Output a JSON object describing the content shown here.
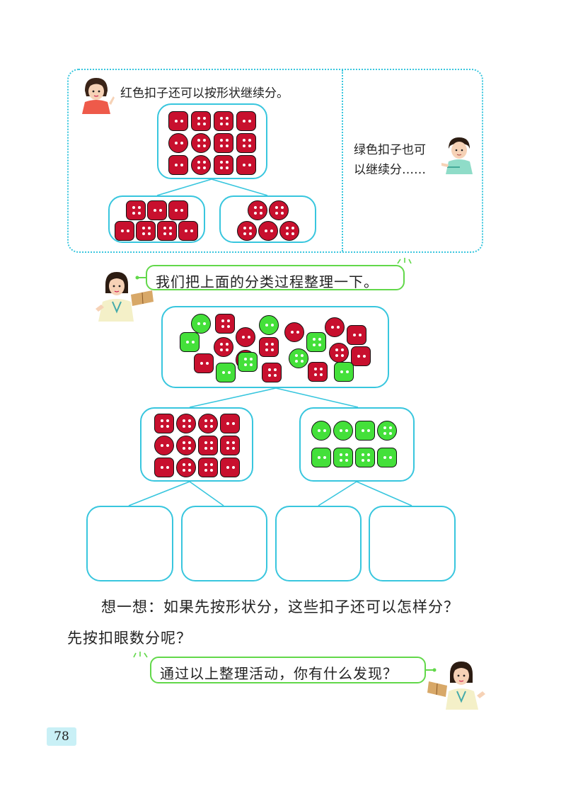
{
  "top_panel": {
    "left_caption": "红色扣子还可以按形状继续分。",
    "right_caption_line1": "绿色扣子也可",
    "right_caption_line2": "以继续分……"
  },
  "bubble_1": "我们把上面的分类过程整理一下。",
  "think": {
    "line1": "想一想：如果先按形状分，这些扣子还可以怎样分？",
    "line2": "先按扣眼数分呢？"
  },
  "bubble_2": "通过以上整理活动，你有什么发现？",
  "page_number": "78",
  "colors": {
    "red_button": "#c8102e",
    "green_button": "#44e03a",
    "cyan_border": "#38c6de",
    "bubble_border": "#62d84a"
  },
  "buttons": {
    "top_red_all": [
      {
        "color": "red",
        "shape": "square",
        "holes": 2
      },
      {
        "color": "red",
        "shape": "square",
        "holes": 4
      },
      {
        "color": "red",
        "shape": "square",
        "holes": 4
      },
      {
        "color": "red",
        "shape": "square",
        "holes": 2
      },
      {
        "color": "red",
        "shape": "circle",
        "holes": 2
      },
      {
        "color": "red",
        "shape": "circle",
        "holes": 4
      },
      {
        "color": "red",
        "shape": "square",
        "holes": 4
      },
      {
        "color": "red",
        "shape": "square",
        "holes": 4
      },
      {
        "color": "red",
        "shape": "square",
        "holes": 2
      },
      {
        "color": "red",
        "shape": "circle",
        "holes": 4
      },
      {
        "color": "red",
        "shape": "square",
        "holes": 4
      },
      {
        "color": "red",
        "shape": "square",
        "holes": 2
      }
    ],
    "top_red_square": [
      {
        "color": "red",
        "shape": "square",
        "holes": 4
      },
      {
        "color": "red",
        "shape": "square",
        "holes": 2
      },
      {
        "color": "red",
        "shape": "square",
        "holes": 2
      },
      {
        "color": "red",
        "shape": "square",
        "holes": 2
      },
      {
        "color": "red",
        "shape": "square",
        "holes": 4
      },
      {
        "color": "red",
        "shape": "square",
        "holes": 4
      },
      {
        "color": "red",
        "shape": "square",
        "holes": 2
      }
    ],
    "top_red_circle": [
      {
        "color": "red",
        "shape": "circle",
        "holes": 4
      },
      {
        "color": "red",
        "shape": "circle",
        "holes": 4
      },
      {
        "color": "red",
        "shape": "circle",
        "holes": 4
      },
      {
        "color": "red",
        "shape": "circle",
        "holes": 2
      },
      {
        "color": "red",
        "shape": "circle",
        "holes": 4
      }
    ],
    "mixed": [
      {
        "color": "green",
        "shape": "circle",
        "holes": 2
      },
      {
        "color": "red",
        "shape": "square",
        "holes": 4
      },
      {
        "color": "green",
        "shape": "circle",
        "holes": 2
      },
      {
        "color": "red",
        "shape": "circle",
        "holes": 2
      },
      {
        "color": "red",
        "shape": "circle",
        "holes": 2
      },
      {
        "color": "green",
        "shape": "square",
        "holes": 2
      },
      {
        "color": "red",
        "shape": "circle",
        "holes": 4
      },
      {
        "color": "red",
        "shape": "square",
        "holes": 4
      },
      {
        "color": "green",
        "shape": "square",
        "holes": 4
      },
      {
        "color": "red",
        "shape": "circle",
        "holes": 4
      },
      {
        "color": "red",
        "shape": "square",
        "holes": 2
      },
      {
        "color": "red",
        "shape": "circle",
        "holes": 4
      },
      {
        "color": "green",
        "shape": "square",
        "holes": 4
      },
      {
        "color": "green",
        "shape": "circle",
        "holes": 4
      },
      {
        "color": "red",
        "shape": "circle",
        "holes": 2
      },
      {
        "color": "red",
        "shape": "square",
        "holes": 2
      },
      {
        "color": "red",
        "shape": "square",
        "holes": 2
      },
      {
        "color": "green",
        "shape": "square",
        "holes": 2
      },
      {
        "color": "red",
        "shape": "square",
        "holes": 4
      },
      {
        "color": "red",
        "shape": "square",
        "holes": 4
      },
      {
        "color": "green",
        "shape": "square",
        "holes": 2
      }
    ],
    "mid_red": [
      {
        "color": "red",
        "shape": "square",
        "holes": 4
      },
      {
        "color": "red",
        "shape": "circle",
        "holes": 4
      },
      {
        "color": "red",
        "shape": "circle",
        "holes": 4
      },
      {
        "color": "red",
        "shape": "square",
        "holes": 2
      },
      {
        "color": "red",
        "shape": "circle",
        "holes": 2
      },
      {
        "color": "red",
        "shape": "circle",
        "holes": 4
      },
      {
        "color": "red",
        "shape": "square",
        "holes": 4
      },
      {
        "color": "red",
        "shape": "square",
        "holes": 4
      },
      {
        "color": "red",
        "shape": "square",
        "holes": 2
      },
      {
        "color": "red",
        "shape": "circle",
        "holes": 4
      },
      {
        "color": "red",
        "shape": "square",
        "holes": 4
      },
      {
        "color": "red",
        "shape": "square",
        "holes": 2
      }
    ],
    "mid_green": [
      {
        "color": "green",
        "shape": "circle",
        "holes": 2
      },
      {
        "color": "green",
        "shape": "circle",
        "holes": 2
      },
      {
        "color": "green",
        "shape": "square",
        "holes": 2
      },
      {
        "color": "green",
        "shape": "circle",
        "holes": 4
      },
      {
        "color": "green",
        "shape": "square",
        "holes": 2
      },
      {
        "color": "green",
        "shape": "square",
        "holes": 4
      },
      {
        "color": "green",
        "shape": "square",
        "holes": 4
      },
      {
        "color": "green",
        "shape": "square",
        "holes": 2
      }
    ]
  }
}
